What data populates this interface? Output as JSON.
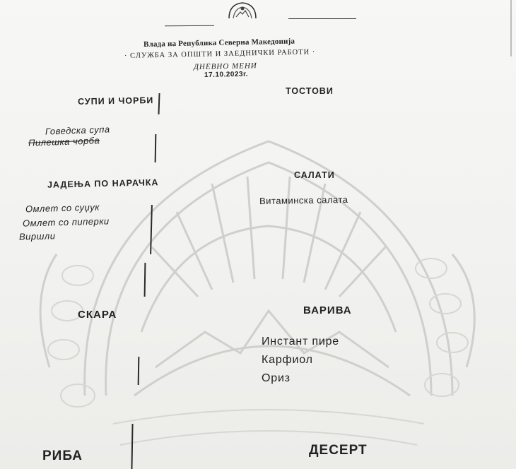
{
  "header": {
    "government": "Влада на Република Северна Македонија",
    "service": "· СЛУЖБА ЗА ОПШТИ И ЗАЕДНИЧКИ РАБОТИ ·",
    "menu_title": "ДНЕВНО МЕНИ",
    "date": "17.10.2023г."
  },
  "sections": {
    "soups": {
      "title": "СУПИ И ЧОРБИ",
      "items": [
        "Говедска супа",
        "Пилешка чорба"
      ]
    },
    "toasts": {
      "title": "ТОСТОВИ"
    },
    "orders": {
      "title": "ЈАДЕЊА ПО НАРАЧКА",
      "items": [
        "Омлет со суџук",
        "Омлет со пиперки",
        "Виршли"
      ]
    },
    "salads": {
      "title": "САЛАТИ",
      "items": [
        "Витаминска   салата"
      ]
    },
    "grill": {
      "title": "СКАРА"
    },
    "stews": {
      "title": "ВАРИВА",
      "items": [
        "Инстант пире",
        "Карфиол",
        "Ориз"
      ]
    },
    "fish": {
      "title": "РИБА"
    },
    "dessert": {
      "title": "ДЕСЕРТ"
    }
  },
  "icons": {
    "top_emblem": "coat-of-arms-icon",
    "watermark": "coat-of-arms-watermark"
  },
  "colors": {
    "ink": "#222222",
    "watermark": "#c9c9c6",
    "paper": "#f3f3f1"
  }
}
